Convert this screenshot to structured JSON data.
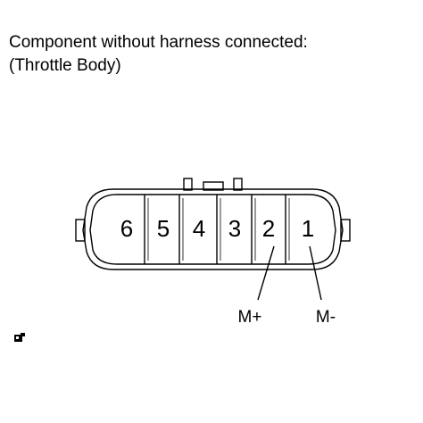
{
  "caption": {
    "line1": "Component without harness connected:",
    "line2": "(Throttle Body)"
  },
  "connector": {
    "pins": [
      "6",
      "5",
      "4",
      "3",
      "2",
      "1"
    ],
    "terminals": [
      {
        "pin": "2",
        "label": "M+"
      },
      {
        "pin": "1",
        "label": "M-"
      }
    ]
  },
  "icons": {
    "corner_mark": "small-camera-like-mark-icon"
  }
}
